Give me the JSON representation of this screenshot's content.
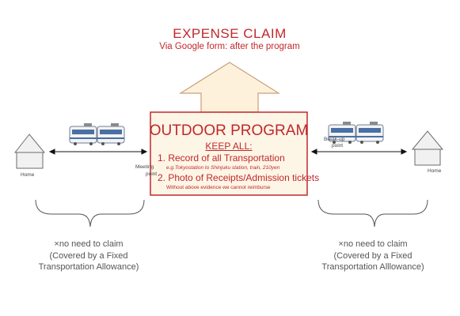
{
  "expense": {
    "title": "EXPENSE CLAIM",
    "subtitle": "Via Google form: after the program"
  },
  "program": {
    "title": "OUTDOOR PROGRAM",
    "keep_all": "KEEP ALL:",
    "item1": "1. Record of all Transportation",
    "item1_example": "e.g.Tokyostation to Shinjuku station, train, 210yen",
    "item2": "2. Photo of Receipts/Admission tickets",
    "item2_note": "Without above evidence we cannot reimburse"
  },
  "left": {
    "home_label": "Home",
    "meeting_line1": "Meeting",
    "meeting_line2": "point",
    "claim": [
      "×no need to claim",
      "(Covered by a Fixed",
      "Transportation Allowance)"
    ]
  },
  "right": {
    "home_label": "Home",
    "breakup_line1": "Break-up",
    "breakup_line2": "point",
    "claim": [
      "×no need to claim",
      "(Covered by a Fixed",
      "Transportation Alllowance)"
    ]
  },
  "colors": {
    "accent_red": "#c0282b",
    "box_fill": "#fdf5e6",
    "arrow_fill": "#fdf1dc",
    "arrow_stroke": "#c9a07a",
    "house_fill": "#f1f1f1",
    "train_blue": "#4a6fa5"
  },
  "icons": [
    "house-icon",
    "train-icon",
    "double-arrow-icon",
    "curly-brace-icon",
    "up-arrow-icon"
  ]
}
